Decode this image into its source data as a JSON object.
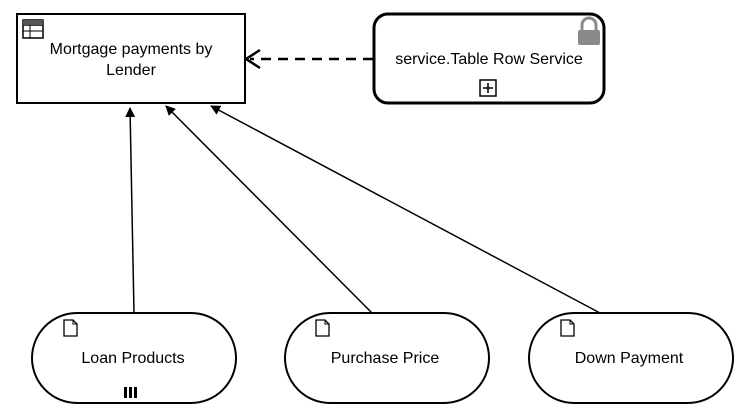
{
  "diagram": {
    "decision": {
      "label_line1": "Mortgage payments by",
      "label_line2": "Lender",
      "icon": "decision-table-icon"
    },
    "service": {
      "label": "service.Table Row Service",
      "icons": [
        "lock-icon",
        "collapsed-subprocess-plus-icon"
      ]
    },
    "inputs": [
      {
        "label": "Loan Products",
        "icons": [
          "document-icon",
          "collection-marker-icon"
        ]
      },
      {
        "label": "Purchase Price",
        "icons": [
          "document-icon"
        ]
      },
      {
        "label": "Down Payment",
        "icons": [
          "document-icon"
        ]
      }
    ],
    "edges": [
      {
        "from": "service",
        "to": "decision",
        "style": "dashed",
        "head": "open-arrow"
      },
      {
        "from": "Loan Products",
        "to": "decision",
        "style": "solid",
        "head": "filled-arrow"
      },
      {
        "from": "Purchase Price",
        "to": "decision",
        "style": "solid",
        "head": "filled-arrow"
      },
      {
        "from": "Down Payment",
        "to": "decision",
        "style": "solid",
        "head": "filled-arrow"
      }
    ]
  }
}
